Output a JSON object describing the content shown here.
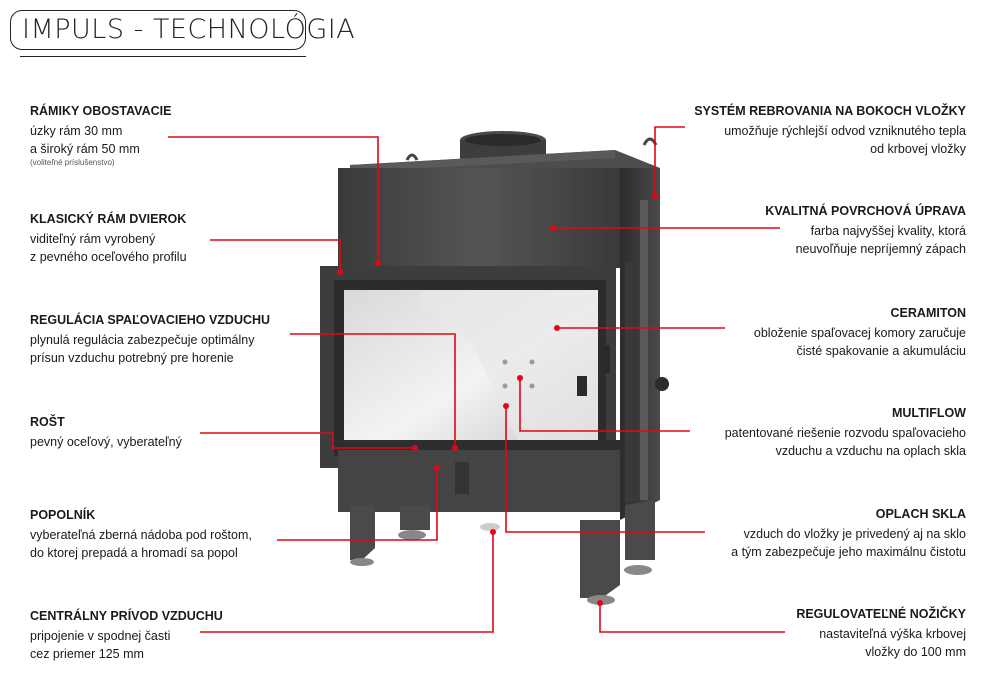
{
  "title": "IMPULS - TECHNOLÓGIA",
  "accent_color": "#e30613",
  "labels": {
    "ramiky": {
      "heading": "RÁMIKY OBOSTAVACIE",
      "line1": "úzky rám 30 mm",
      "line2": "a široký rám 50 mm",
      "note": "(voliteľné príslušenstvo)"
    },
    "klasicky": {
      "heading": "KLASICKÝ RÁM DVIEROK",
      "line1": "viditeľný rám vyrobený",
      "line2": "z pevného oceľového profilu"
    },
    "regulacia": {
      "heading": "REGULÁCIA SPAĽOVACIEHO VZDUCHU",
      "line1": "plynulá regulácia zabezpečuje optimálny",
      "line2": "prísun vzduchu potrebný pre horenie"
    },
    "rost": {
      "heading": "ROŠT",
      "line1": "pevný oceľový, vyberateľný"
    },
    "popolnik": {
      "heading": "POPOLNÍK",
      "line1": "vyberateľná zberná nádoba pod roštom,",
      "line2": "do ktorej prepadá a hromadí sa popol"
    },
    "centralny": {
      "heading": "CENTRÁLNY PRÍVOD VZDUCHU",
      "line1": "pripojenie v spodnej časti",
      "line2": "cez priemer 125 mm"
    },
    "system": {
      "heading": "SYSTÉM REBROVANIA NA BOKOCH VLOŽKY",
      "line1": "umožňuje rýchlejší odvod vzniknutého tepla",
      "line2": "od krbovej vložky"
    },
    "kvalitna": {
      "heading": "KVALITNÁ POVRCHOVÁ ÚPRAVA",
      "line1": "farba najvyššej kvality, ktorá",
      "line2": "neuvoľňuje nepríjemný zápach"
    },
    "ceramiton": {
      "heading": "CERAMITON",
      "line1": "obloženie spaľovacej komory zaručuje",
      "line2": "čisté spakovanie a akumuláciu"
    },
    "multiflow": {
      "heading": "MULTIFLOW",
      "line1": "patentované riešenie rozvodu spaľovacieho",
      "line2": "vzduchu a vzduchu na oplach skla"
    },
    "oplach": {
      "heading": "OPLACH SKLA",
      "line1": "vzduch do vložky je privedený aj na sklo",
      "line2": "a tým zabezpečuje jeho maximálnu čistotu"
    },
    "nozicky": {
      "heading": "REGULOVATEĽNÉ NOŽIČKY",
      "line1": "nastaviteľná výška krbovej",
      "line2": "vložky do 100 mm"
    }
  }
}
